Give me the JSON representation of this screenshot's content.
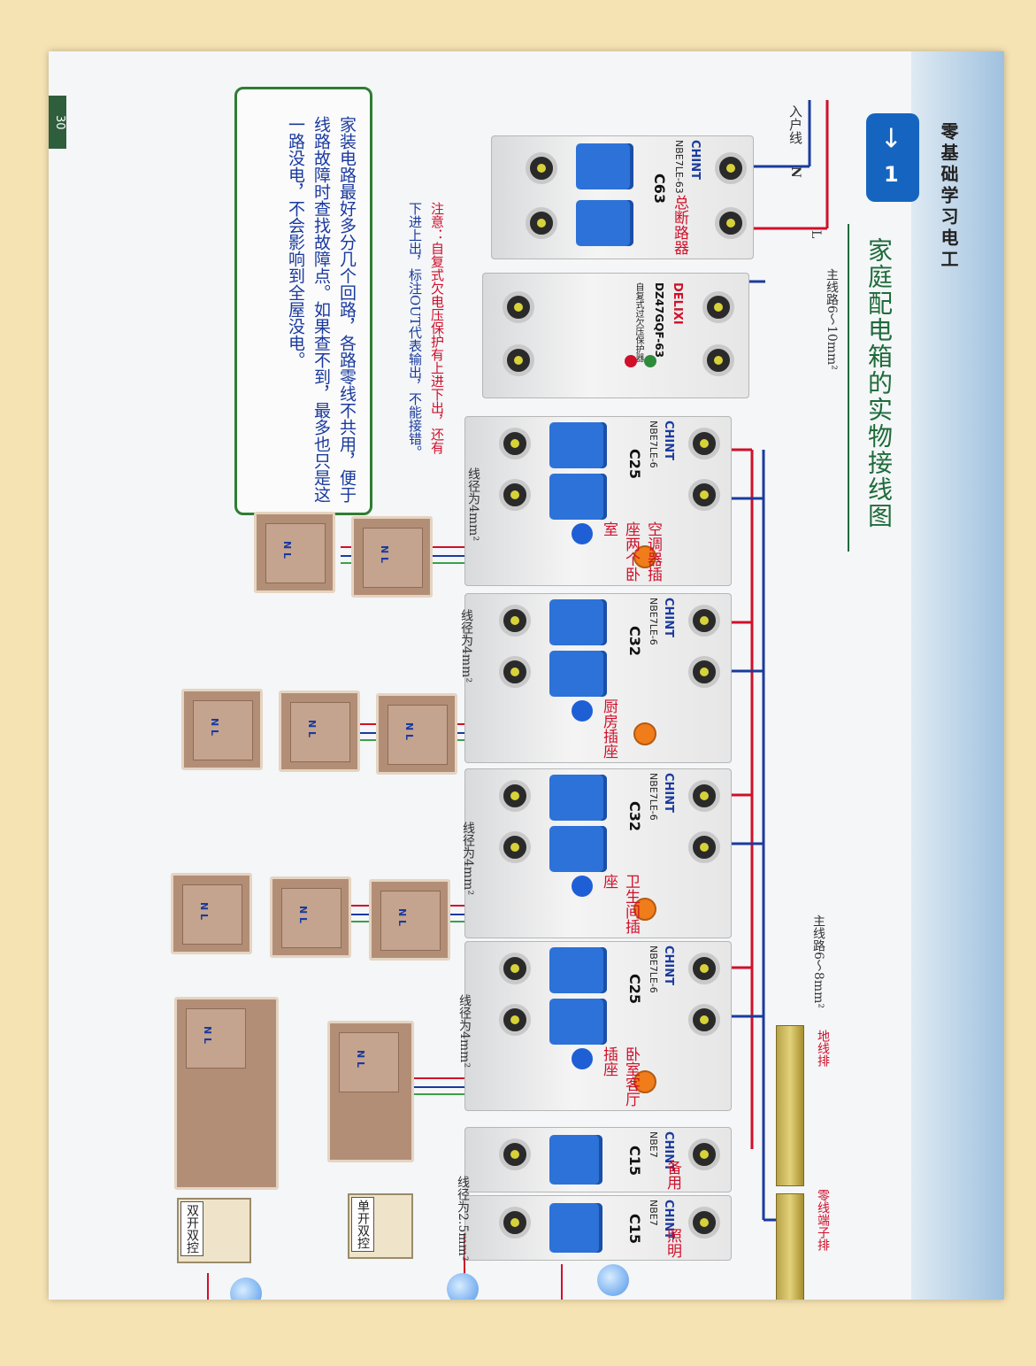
{
  "book": {
    "series": "零基础学习电工",
    "section_number": "1",
    "title": "家庭配电箱的实物接线图",
    "page_number": "30"
  },
  "labels": {
    "incoming": "入户线",
    "neutral": "N",
    "live": "L",
    "main_wire_top": "主线路6～10mm²",
    "main_wire_mid": "主线路6～8mm²",
    "wire_4mm": "线径为4mm²",
    "wire_25mm": "线径为2.5mm²",
    "earth_bar": "地线排",
    "neutral_bar": "零线端子排"
  },
  "notes": {
    "note_line1": "注意：自复式欠电压保护有上进下出，还有",
    "note_line2": "下进上出，标注OUT代表输出，不能接错。",
    "box_text": "家装电路最好多分几个回路，各路零线不共用，便于线路故障时查找故障点。如果查不到，最多也只是这一路没电，不会影响到全屋没电。"
  },
  "devices": {
    "main_breaker": {
      "brand": "CHINT",
      "model": "NBE7LE-63",
      "rating": "C63",
      "name": "总断路器"
    },
    "protector": {
      "brand": "DELIXI",
      "model": "DZ47GQF-63",
      "name": "自复式过欠压保护器"
    },
    "circuits": [
      {
        "brand": "CHINT",
        "model": "NBE7LE-6",
        "rating": "C25",
        "name": "空调器插座两个卧室"
      },
      {
        "brand": "CHINT",
        "model": "NBE7LE-6",
        "rating": "C32",
        "name": "厨房插座"
      },
      {
        "brand": "CHINT",
        "model": "NBE7LE-6",
        "rating": "C32",
        "name": "卫生间插座"
      },
      {
        "brand": "CHINT",
        "model": "NBE7LE-6",
        "rating": "C25",
        "name": "卧室客厅插座"
      },
      {
        "brand": "CHINT",
        "model": "NBE7",
        "rating": "C15",
        "name": "备用"
      },
      {
        "brand": "CHINT",
        "model": "NBE7",
        "rating": "C15",
        "name": "照明"
      }
    ]
  },
  "switches": {
    "single_double": "单开双控",
    "double_double": "双开双控"
  },
  "colors": {
    "live_wire": "#d0102a",
    "neutral_wire": "#1a3a9e",
    "earth_wire": "#3aa04a",
    "title_green": "#1f6b3a",
    "breaker_blue": "#2d72d8"
  }
}
